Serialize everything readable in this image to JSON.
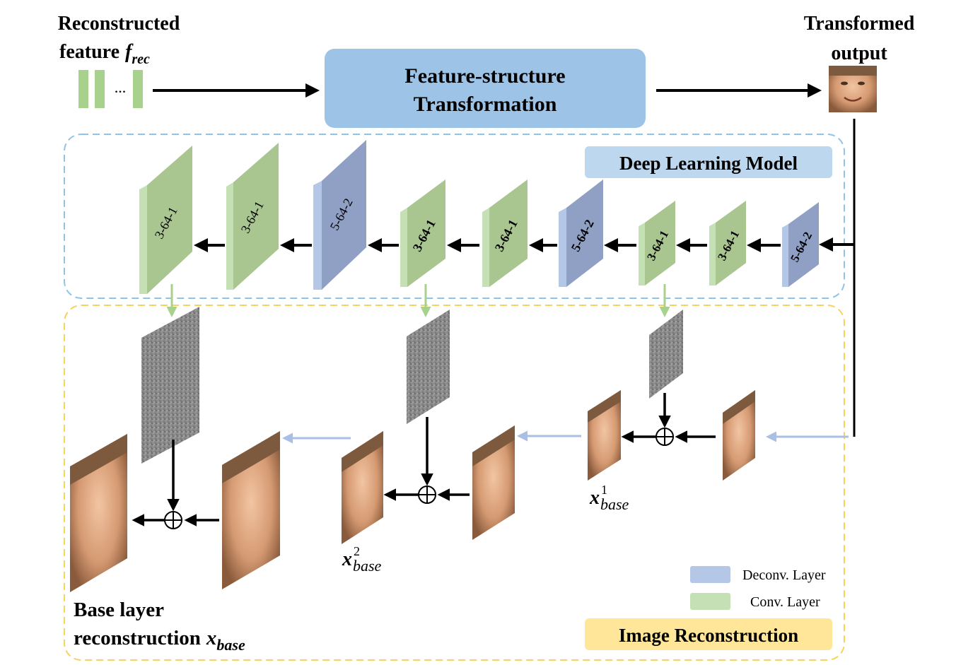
{
  "input_label": {
    "line1": "Reconstructed",
    "line2": "feature",
    "math_symbol": "f",
    "math_sub": "rec",
    "ellipsis": "..."
  },
  "transform_box": {
    "line1": "Feature-structure",
    "line2": "Transformation"
  },
  "output_label": {
    "line1": "Transformed",
    "line2": "output"
  },
  "panels": {
    "deep_learning": "Deep Learning Model",
    "image_reconstruction": "Image Reconstruction"
  },
  "layers": [
    {
      "label": "3-64-1",
      "kind": "conv"
    },
    {
      "label": "3-64-1",
      "kind": "conv"
    },
    {
      "label": "5-64-2",
      "kind": "deconv"
    },
    {
      "label": "3-64-1",
      "kind": "conv"
    },
    {
      "label": "3-64-1",
      "kind": "conv"
    },
    {
      "label": "5-64-2",
      "kind": "deconv"
    },
    {
      "label": "3-64-1",
      "kind": "conv"
    },
    {
      "label": "3-64-1",
      "kind": "conv"
    },
    {
      "label": "5-64-2",
      "kind": "deconv"
    }
  ],
  "math_labels": {
    "x_base_1": {
      "sym": "x",
      "sup": "1",
      "sub": "base"
    },
    "x_base_2": {
      "sym": "x",
      "sup": "2",
      "sub": "base"
    }
  },
  "output_caption": {
    "line1": "Base layer",
    "line2": "reconstruction",
    "sym": "x",
    "sub": "base"
  },
  "legend": {
    "deconv": "Deconv. Layer",
    "conv": "Conv. Layer"
  },
  "colors": {
    "conv": "#a9d18e",
    "deconv": "#8faadc",
    "transform_box": "#9dc3e6",
    "deep_learning_tag": "#bdd7ee",
    "image_recon_tag": "#ffe699",
    "blue_dash": "#8fc4e8",
    "yellow_dash": "#f4d35e",
    "skin": "#d9a47c"
  }
}
